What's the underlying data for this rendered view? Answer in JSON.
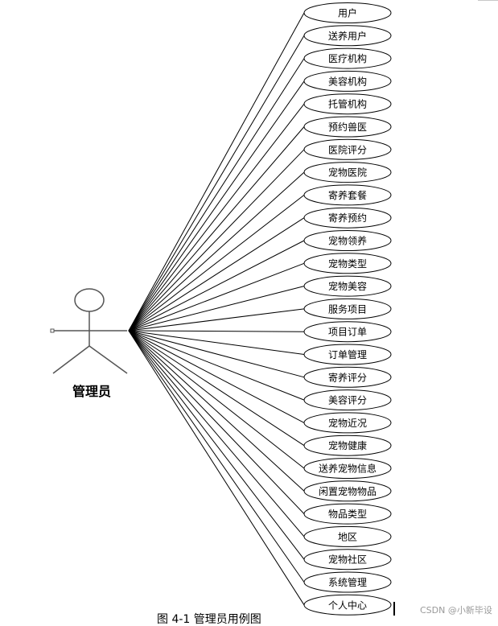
{
  "actor": {
    "label": "管理员",
    "line_color": "#555555"
  },
  "use_cases": [
    {
      "label": "用户"
    },
    {
      "label": "送养用户"
    },
    {
      "label": "医疗机构"
    },
    {
      "label": "美容机构"
    },
    {
      "label": "托管机构"
    },
    {
      "label": "预约兽医"
    },
    {
      "label": "医院评分"
    },
    {
      "label": "宠物医院"
    },
    {
      "label": "寄养套餐"
    },
    {
      "label": "寄养预约"
    },
    {
      "label": "宠物领养"
    },
    {
      "label": "宠物类型"
    },
    {
      "label": "宠物美容"
    },
    {
      "label": "服务项目"
    },
    {
      "label": "项目订单"
    },
    {
      "label": "订单管理"
    },
    {
      "label": "寄养评分"
    },
    {
      "label": "美容评分"
    },
    {
      "label": "宠物近况"
    },
    {
      "label": "宠物健康"
    },
    {
      "label": "送养宠物信息"
    },
    {
      "label": "闲置宠物物品"
    },
    {
      "label": "物品类型"
    },
    {
      "label": "地区"
    },
    {
      "label": "宠物社区"
    },
    {
      "label": "系统管理"
    },
    {
      "label": "个人中心"
    }
  ],
  "caption": "图 4-1 管理员用例图",
  "watermark": "CSDN @小新毕设",
  "colors": {
    "stroke": "#000000",
    "background": "#ffffff"
  }
}
